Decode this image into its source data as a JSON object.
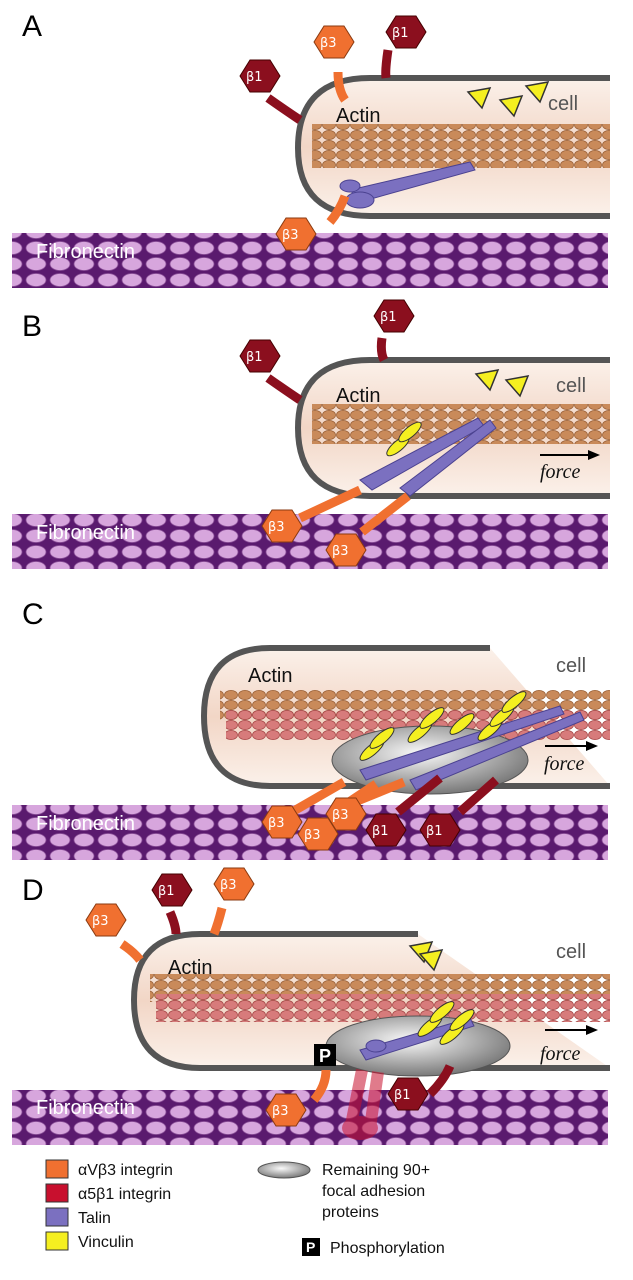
{
  "panels": [
    {
      "letter": "A",
      "cell_label": "cell",
      "actin_label": "Actin",
      "fibronectin_label": "Fibronectin",
      "force_label": ""
    },
    {
      "letter": "B",
      "cell_label": "cell",
      "actin_label": "Actin",
      "fibronectin_label": "Fibronectin",
      "force_label": "force"
    },
    {
      "letter": "C",
      "cell_label": "cell",
      "actin_label": "Actin",
      "fibronectin_label": "Fibronectin",
      "force_label": "force"
    },
    {
      "letter": "D",
      "cell_label": "cell",
      "actin_label": "Actin",
      "fibronectin_label": "Fibronectin",
      "force_label": "force"
    }
  ],
  "integrin_labels": {
    "b3": "β3",
    "b1": "β1"
  },
  "phospho_mark": "P",
  "legend": {
    "items_left": [
      {
        "label": "αVβ3 integrin",
        "color": "#f07030"
      },
      {
        "label": "α5β1 integrin",
        "color": "#c8102e"
      },
      {
        "label": "Talin",
        "color": "#7b70c0"
      },
      {
        "label": "Vinculin",
        "color": "#f5ef20"
      }
    ],
    "other_proteins_lines": [
      "Remaining 90+",
      "focal adhesion",
      "proteins"
    ],
    "phosphorylation_label": "Phosphorylation"
  },
  "colors": {
    "fibronectin": "#5a1a6e",
    "actin": "#c98a5a",
    "cell_fill": "#f6e6dc",
    "membrane": "#555555",
    "av_b3": "#f07030",
    "a5_b1": "#8b0f1e",
    "talin": "#7b70c0",
    "vinculin": "#f5ef20"
  }
}
